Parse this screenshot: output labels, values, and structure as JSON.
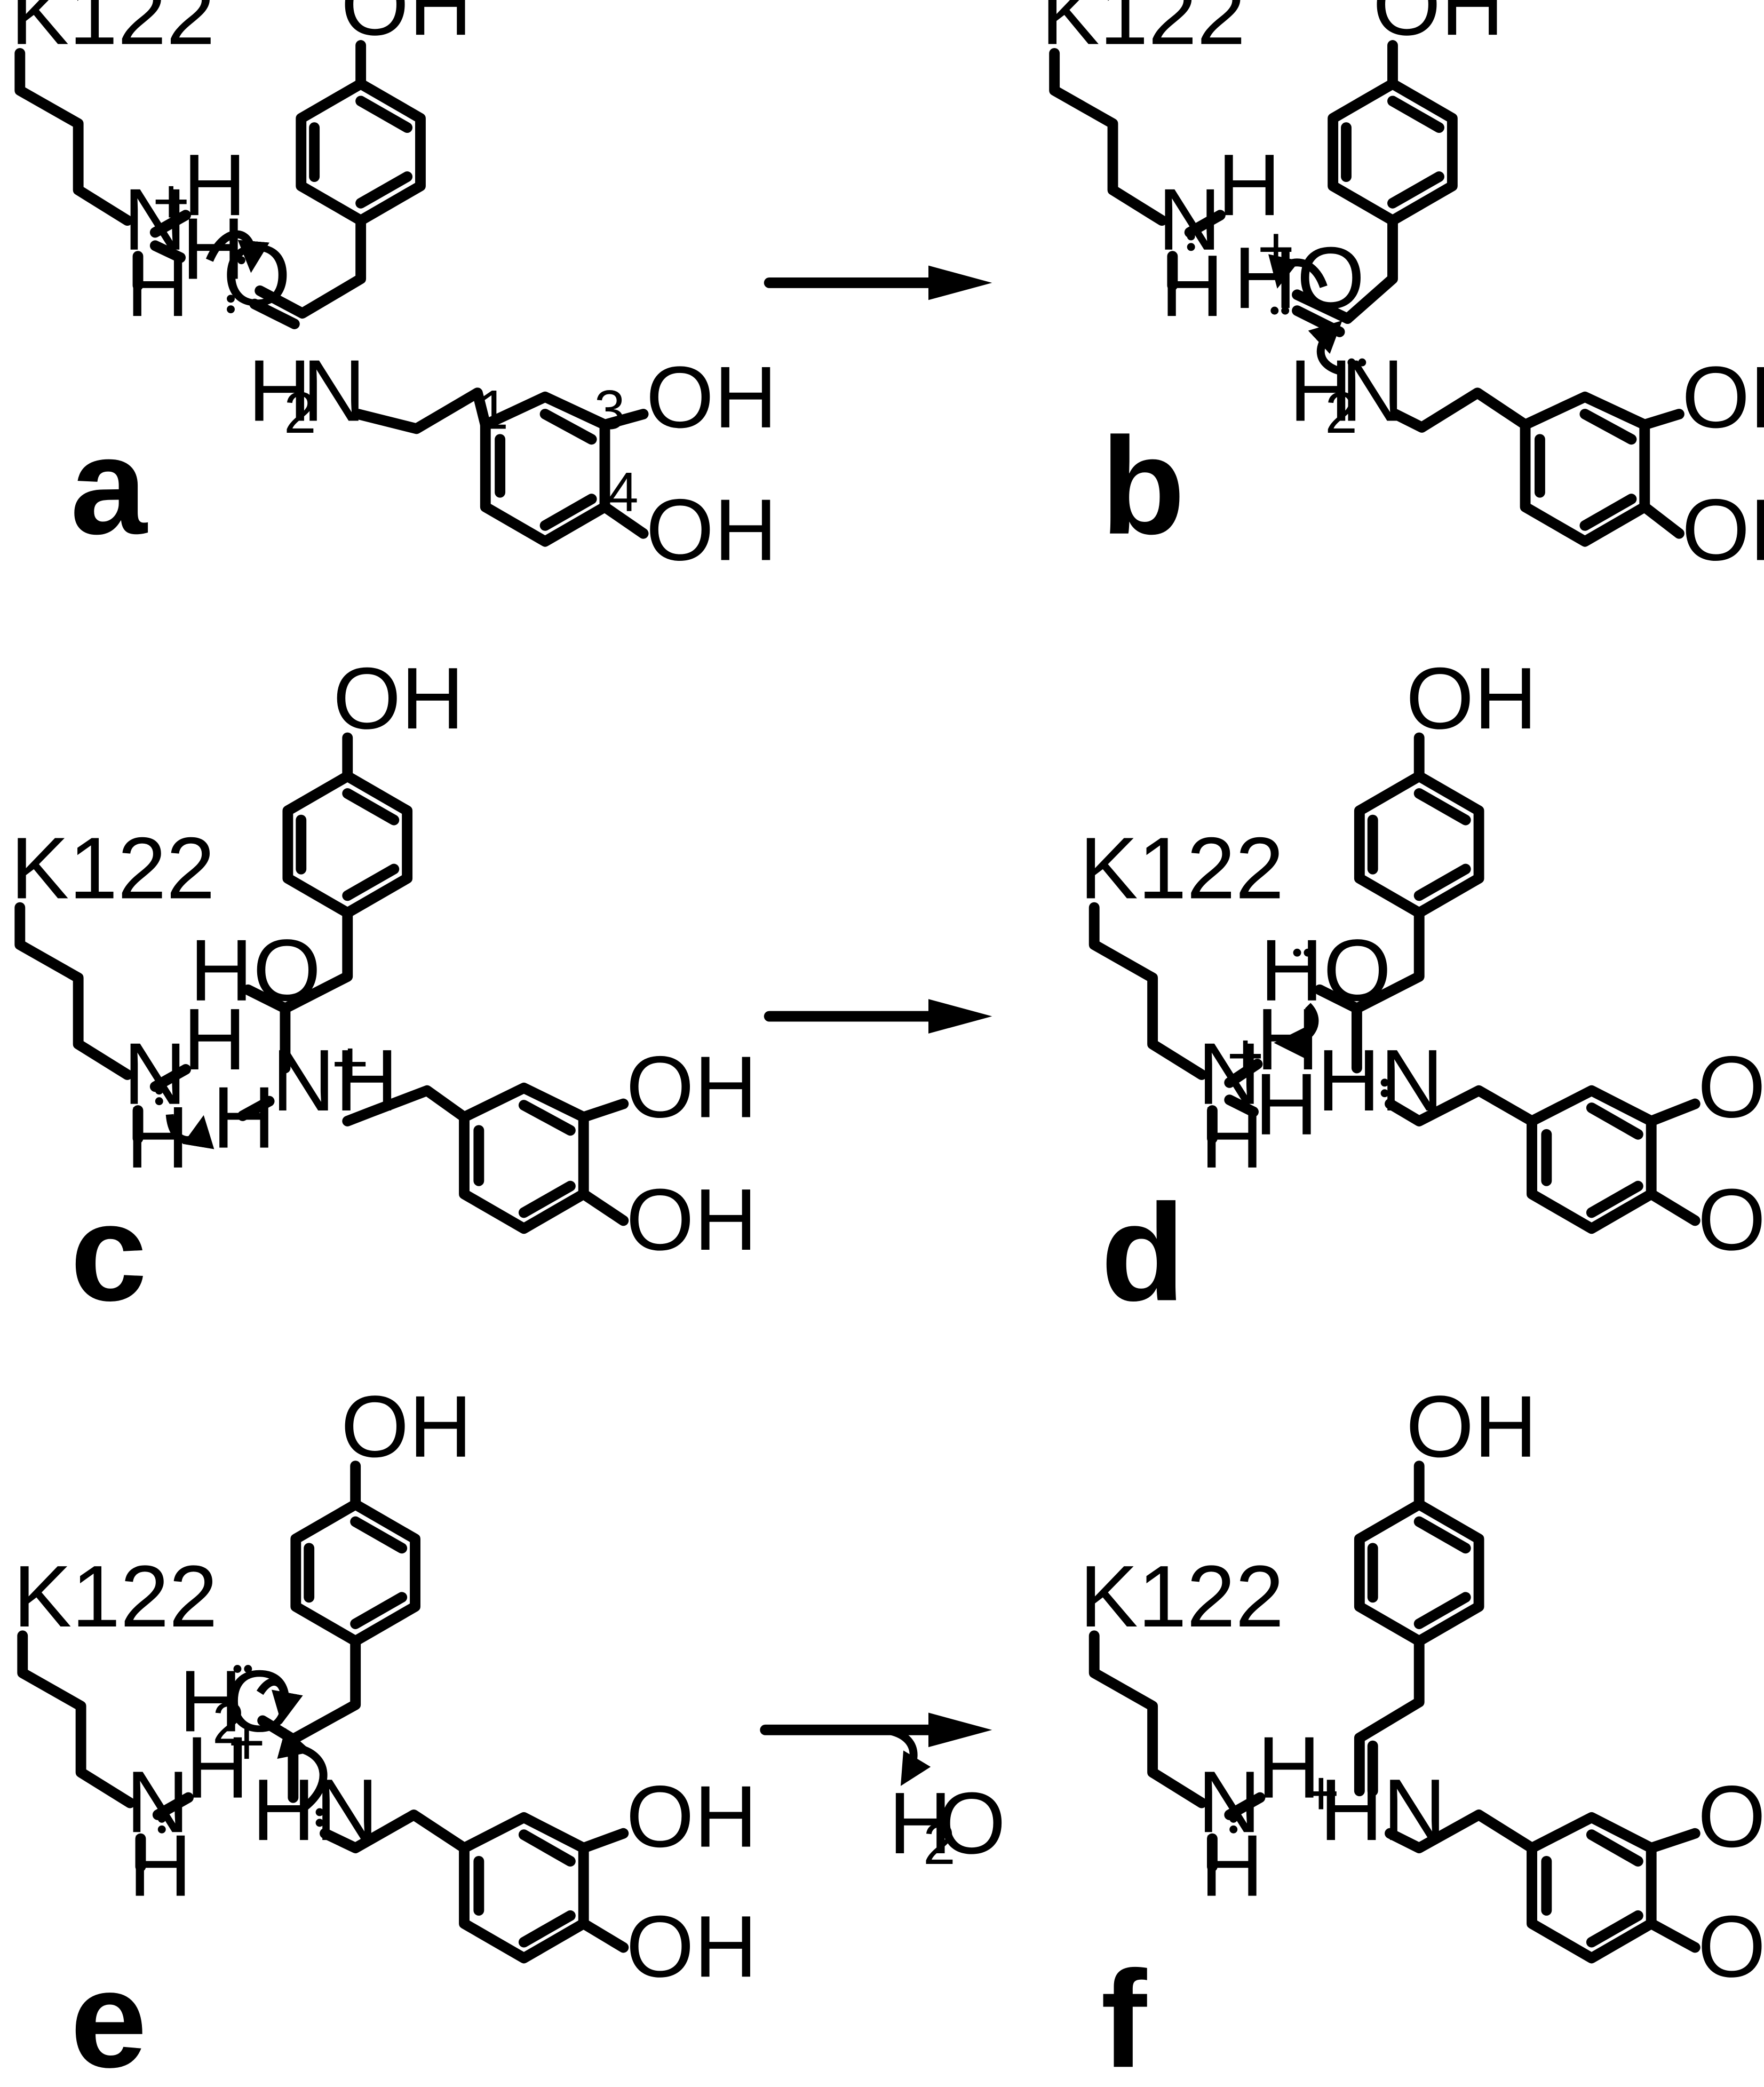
{
  "figure": {
    "panels": [
      {
        "id": "a",
        "label": "a",
        "residue": "K122",
        "n": "N",
        "n_charge": "+",
        "h1": "H",
        "h2": "H",
        "h3": "H",
        "carbonyl_o": "O",
        "phenol": "OH",
        "amine_h": "H",
        "amine_h_sub": "2",
        "amine_n": "N",
        "oh3": "OH",
        "oh4": "OH",
        "num1": "1",
        "num3": "3",
        "num4": "4"
      },
      {
        "id": "b",
        "label": "b",
        "residue": "K122",
        "n": "N",
        "h1": "H",
        "h2": "H",
        "ho": "HO",
        "ho_charge": "+",
        "phenol": "OH",
        "amine_h": "H",
        "amine_h_sub": "2",
        "amine_n": "N",
        "oh3": "OH",
        "oh4": "OH"
      },
      {
        "id": "c",
        "label": "c",
        "residue": "K122",
        "n": "N",
        "h1": "H",
        "h2": "H",
        "ho": "HO",
        "nh": "NH",
        "nh_charge": "+",
        "nh_h": "H",
        "phenol": "OH",
        "oh3": "OH",
        "oh4": "OH"
      },
      {
        "id": "d",
        "label": "d",
        "residue": "K122",
        "n": "N",
        "n_charge": "+",
        "h1": "H",
        "h2": "H",
        "h3": "H",
        "ho": "HO",
        "hn": "HN",
        "phenol": "OH",
        "oh3": "OH",
        "oh4": "OH"
      },
      {
        "id": "e",
        "label": "e",
        "residue": "K122",
        "n": "N",
        "h1": "H",
        "h2": "H",
        "h2o_h": "H",
        "h2o_sub": "2",
        "h2o_o": "O",
        "h2o_charge": "+",
        "hn": "HN",
        "phenol": "OH",
        "oh3": "OH",
        "oh4": "OH"
      },
      {
        "id": "f",
        "label": "f",
        "residue": "K122",
        "n": "N",
        "h1": "H",
        "h2": "H",
        "hn_charge": "+",
        "hn": "HN",
        "phenol": "OH",
        "oh3": "OH",
        "oh4": "OH"
      }
    ],
    "byproduct": {
      "h": "H",
      "sub": "2",
      "o": "O"
    }
  }
}
